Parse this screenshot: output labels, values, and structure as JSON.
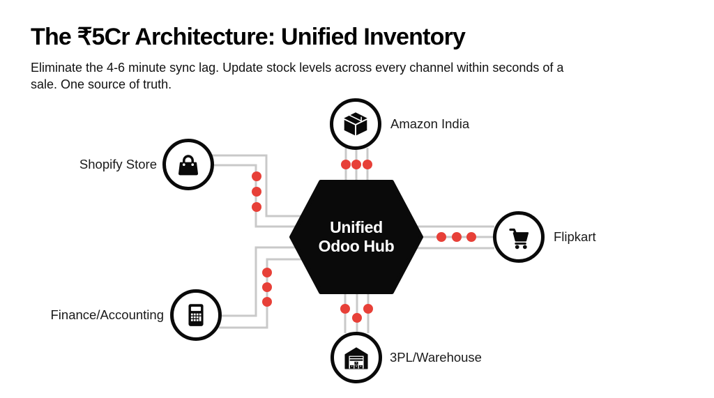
{
  "header": {
    "title": "The ₹5Cr Architecture: Unified Inventory",
    "subtitle_line1": "Eliminate the 4-6 minute sync lag. Update stock levels across every channel within seconds of a",
    "subtitle_line2": "sale. One source of truth."
  },
  "hub": {
    "line1": "Unified",
    "line2": "Odoo Hub"
  },
  "nodes": [
    {
      "id": "amazon",
      "label": "Amazon India",
      "icon": "package-icon"
    },
    {
      "id": "shopify",
      "label": "Shopify Store",
      "icon": "shopping-bag-icon"
    },
    {
      "id": "flipkart",
      "label": "Flipkart",
      "icon": "shopping-cart-icon"
    },
    {
      "id": "finance",
      "label": "Finance/Accounting",
      "icon": "calculator-icon"
    },
    {
      "id": "warehouse",
      "label": "3PL/Warehouse",
      "icon": "warehouse-icon"
    }
  ],
  "colors": {
    "hub_bg": "#0a0a0a",
    "connector": "#c9c9c9",
    "packet": "#e74038",
    "icon": "#0a0a0a"
  }
}
